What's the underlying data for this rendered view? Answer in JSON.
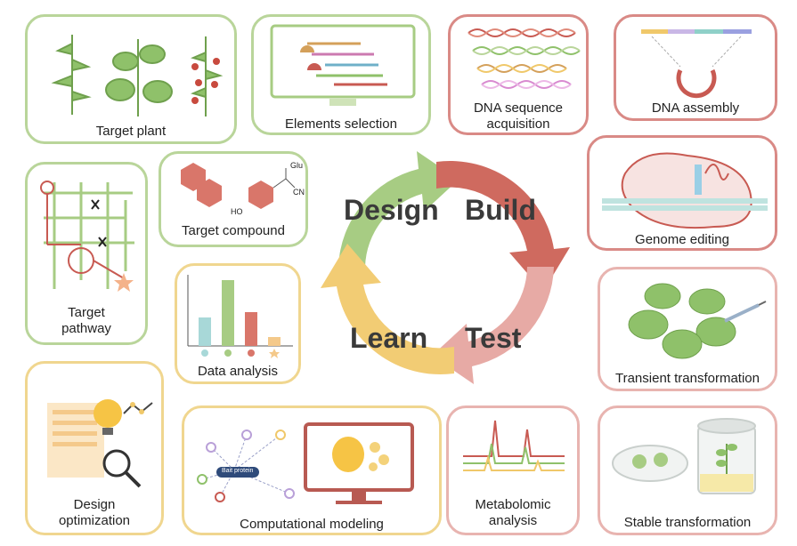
{
  "cycle": {
    "design": "Design",
    "build": "Build",
    "test": "Test",
    "learn": "Learn"
  },
  "cards": {
    "target_plant": "Target plant",
    "elements_selection": "Elements selection",
    "dna_sequence_line1": "DNA sequence",
    "dna_sequence_line2": "acquisition",
    "dna_assembly": "DNA assembly",
    "target_compound": "Target compound",
    "genome_editing": "Genome editing",
    "target_pathway_line1": "Target",
    "target_pathway_line2": "pathway",
    "data_analysis": "Data analysis",
    "transient_transformation": "Transient transformation",
    "design_optimization_line1": "Design",
    "design_optimization_line2": "optimization",
    "computational_modeling": "Computational modeling",
    "metabolomic_line1": "Metabolomic",
    "metabolomic_line2": "analysis",
    "stable_transformation": "Stable transformation"
  },
  "compound_labels": {
    "glu": "Glu",
    "cn": "CN",
    "ho": "HO"
  },
  "bait_protein": "Bait protein",
  "colors": {
    "green": "#9fc97e",
    "red": "#c85a52",
    "pink": "#e8a9a5",
    "yellow": "#f0c86a"
  }
}
